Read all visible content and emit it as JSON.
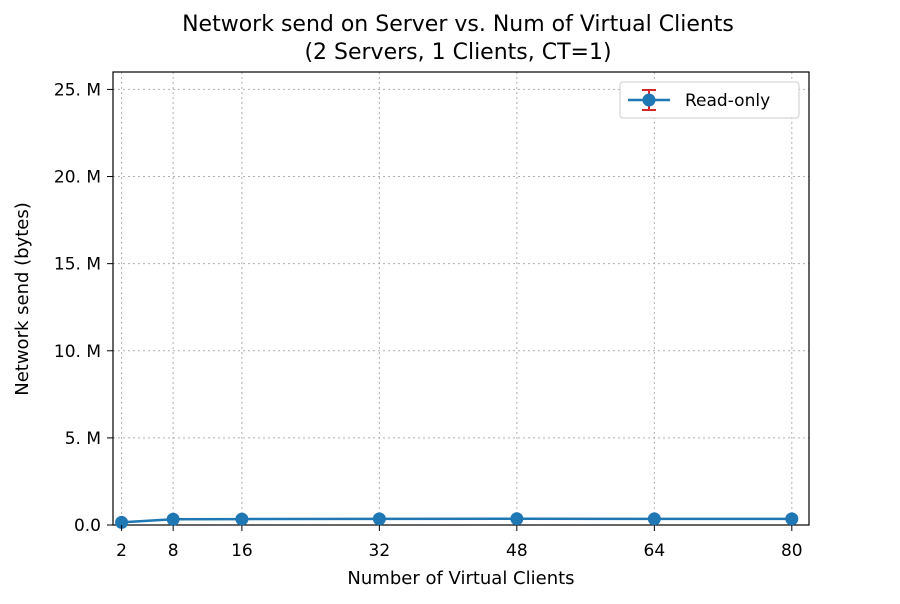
{
  "chart_data": {
    "type": "line",
    "title_line1": "Network send on Server vs. Num of Virtual Clients",
    "title_line2": "(2 Servers, 1 Clients, CT=1)",
    "xlabel": "Number of Virtual Clients",
    "ylabel": "Network send (bytes)",
    "x_ticks": [
      {
        "value": 2,
        "label": "2"
      },
      {
        "value": 8,
        "label": "8"
      },
      {
        "value": 16,
        "label": "16"
      },
      {
        "value": 32,
        "label": "32"
      },
      {
        "value": 48,
        "label": "48"
      },
      {
        "value": 64,
        "label": "64"
      },
      {
        "value": 80,
        "label": "80"
      }
    ],
    "y_ticks": [
      {
        "value": 0,
        "label": "0.0"
      },
      {
        "value": 5000000,
        "label": "5. M"
      },
      {
        "value": 10000000,
        "label": "10. M"
      },
      {
        "value": 15000000,
        "label": "15. M"
      },
      {
        "value": 20000000,
        "label": "20. M"
      },
      {
        "value": 25000000,
        "label": "25. M"
      }
    ],
    "xlim": [
      1,
      82
    ],
    "ylim": [
      0,
      26000000
    ],
    "grid": true,
    "legend_position": "top-right",
    "series": [
      {
        "name": "Read-only",
        "color": "#1f77b4",
        "error_color": "#d62728",
        "x": [
          2,
          8,
          16,
          32,
          48,
          64,
          80
        ],
        "y": [
          150000,
          330000,
          340000,
          350000,
          360000,
          350000,
          350000
        ]
      }
    ]
  }
}
